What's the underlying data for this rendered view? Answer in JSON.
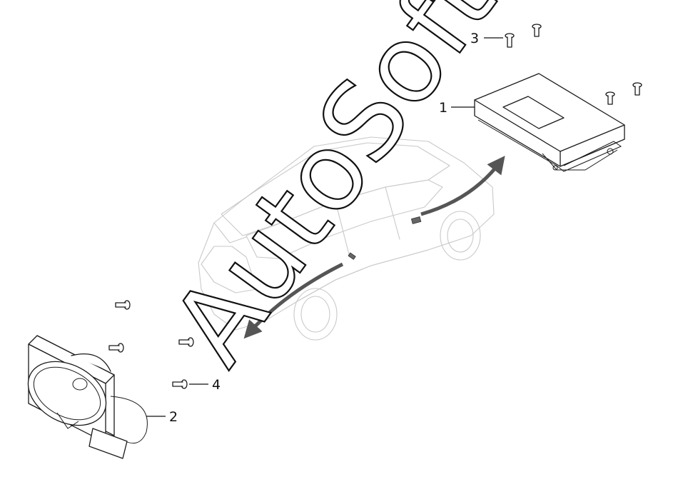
{
  "callouts": [
    {
      "id": "1",
      "label": "1"
    },
    {
      "id": "2",
      "label": "2"
    },
    {
      "id": "3",
      "label": "3"
    },
    {
      "id": "4",
      "label": "4"
    }
  ],
  "watermark": "AutoSoft",
  "colors": {
    "line": "#1a1a1a",
    "car": "#c9c9c9",
    "arrow": "#555555"
  }
}
